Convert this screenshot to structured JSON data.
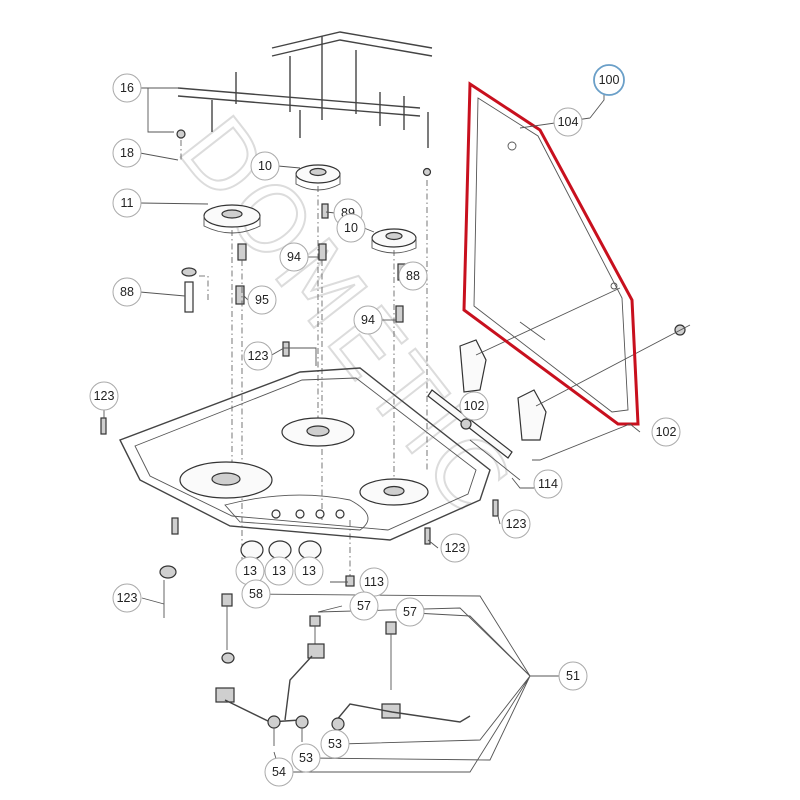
{
  "watermark": "DOMETIC",
  "highlight_color": "#c8101e",
  "callouts": [
    {
      "id": "c16",
      "label": "16"
    },
    {
      "id": "c18",
      "label": "18"
    },
    {
      "id": "c10a",
      "label": "10"
    },
    {
      "id": "c11",
      "label": "11"
    },
    {
      "id": "c89",
      "label": "89"
    },
    {
      "id": "c10b",
      "label": "10"
    },
    {
      "id": "c94a",
      "label": "94"
    },
    {
      "id": "c88a",
      "label": "88"
    },
    {
      "id": "c88b",
      "label": "88"
    },
    {
      "id": "c95",
      "label": "95"
    },
    {
      "id": "c94b",
      "label": "94"
    },
    {
      "id": "c123a",
      "label": "123"
    },
    {
      "id": "c123b",
      "label": "123"
    },
    {
      "id": "c100",
      "label": "100"
    },
    {
      "id": "c104",
      "label": "104"
    },
    {
      "id": "c102a",
      "label": "102"
    },
    {
      "id": "c102b",
      "label": "102"
    },
    {
      "id": "c114",
      "label": "114"
    },
    {
      "id": "c123c",
      "label": "123"
    },
    {
      "id": "c123d",
      "label": "123"
    },
    {
      "id": "c13a",
      "label": "13"
    },
    {
      "id": "c13b",
      "label": "13"
    },
    {
      "id": "c13c",
      "label": "13"
    },
    {
      "id": "c113",
      "label": "113"
    },
    {
      "id": "c123e",
      "label": "123"
    },
    {
      "id": "c58",
      "label": "58"
    },
    {
      "id": "c57a",
      "label": "57"
    },
    {
      "id": "c57b",
      "label": "57"
    },
    {
      "id": "c51",
      "label": "51"
    },
    {
      "id": "c54",
      "label": "54"
    },
    {
      "id": "c53a",
      "label": "53"
    },
    {
      "id": "c53b",
      "label": "53"
    }
  ]
}
